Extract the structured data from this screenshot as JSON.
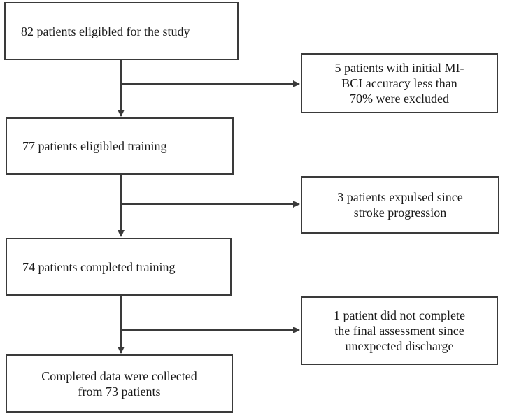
{
  "main_steps": [
    {
      "text": [
        "82 patients eligibled for the study"
      ]
    },
    {
      "text": [
        "77 patients eligibled training"
      ]
    },
    {
      "text": [
        "74 patients completed training"
      ]
    },
    {
      "text": [
        "Completed data were collected",
        "from 73 patients"
      ]
    }
  ],
  "exclusions": [
    {
      "text": [
        "5 patients with initial MI-",
        "BCI accuracy less than",
        "70% were excluded"
      ]
    },
    {
      "text": [
        "3 patients expulsed since",
        "stroke progression"
      ]
    },
    {
      "text": [
        "1 patient did not complete",
        "the final assessment since",
        "unexpected discharge"
      ]
    }
  ],
  "colors": {
    "stroke": "#3a3a3a",
    "text": "#1a1a1a"
  }
}
